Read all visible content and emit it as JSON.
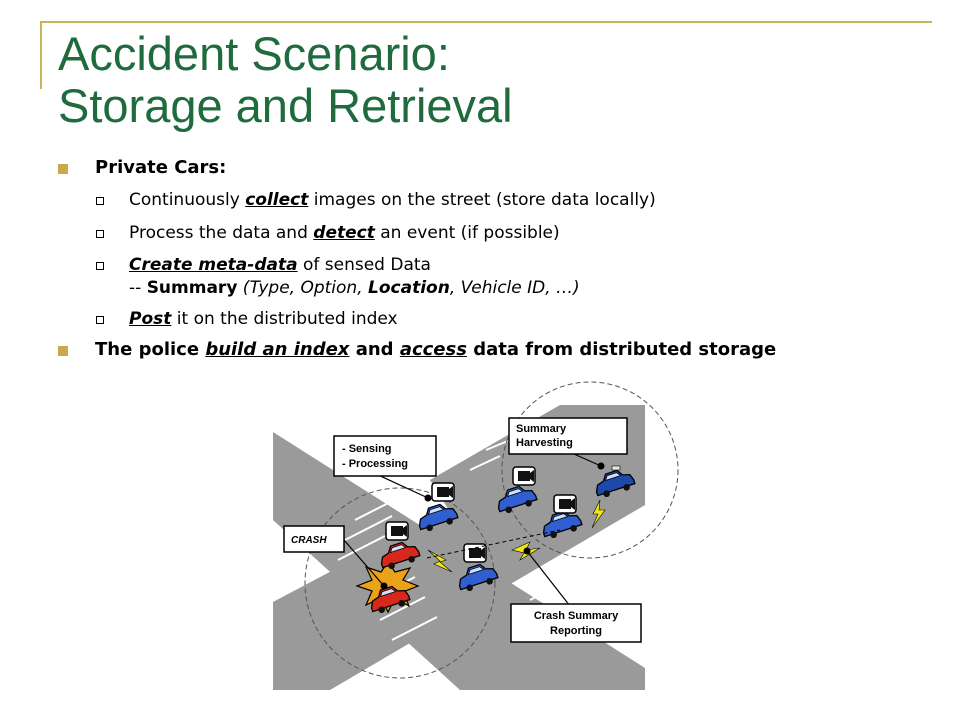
{
  "slide": {
    "title_line1": "Accident Scenario:",
    "title_line2": "Storage and Retrieval"
  },
  "bullets": {
    "private_cars": "Private Cars:",
    "items": [
      {
        "pre": "Continuously ",
        "key": "collect",
        "post": " images on the street (store data locally)"
      },
      {
        "pre": "Process the data and ",
        "key": "detect",
        "post": " an event (if possible)"
      },
      {
        "key": "Create meta-data",
        "post": " of sensed Data",
        "line2_pre": "-- ",
        "summary": "Summary",
        "open": " (Type, Option, ",
        "location": "Location",
        "close": ", Vehicle ID, …)"
      },
      {
        "key": "Post",
        "post": " it on the distributed index"
      }
    ],
    "police": {
      "pre": "The police ",
      "key1": "build an index",
      "mid": " and ",
      "key2": "access",
      "post": " data from distributed storage"
    }
  },
  "diagram": {
    "labels": {
      "sensing": "- Sensing",
      "processing": "- Processing",
      "crash": "CRASH",
      "summary_line1": "Summary",
      "summary_line2": "Harvesting",
      "report_line1": "Crash Summary",
      "report_line2": "Reporting"
    },
    "colors": {
      "road": "#9a9a9a",
      "blue_car": "#2f5fd0",
      "red_car": "#d8281e",
      "crash_star": "#e9a21a",
      "lightning": "#f2e61a",
      "police_car": "#1d4aa8"
    }
  }
}
